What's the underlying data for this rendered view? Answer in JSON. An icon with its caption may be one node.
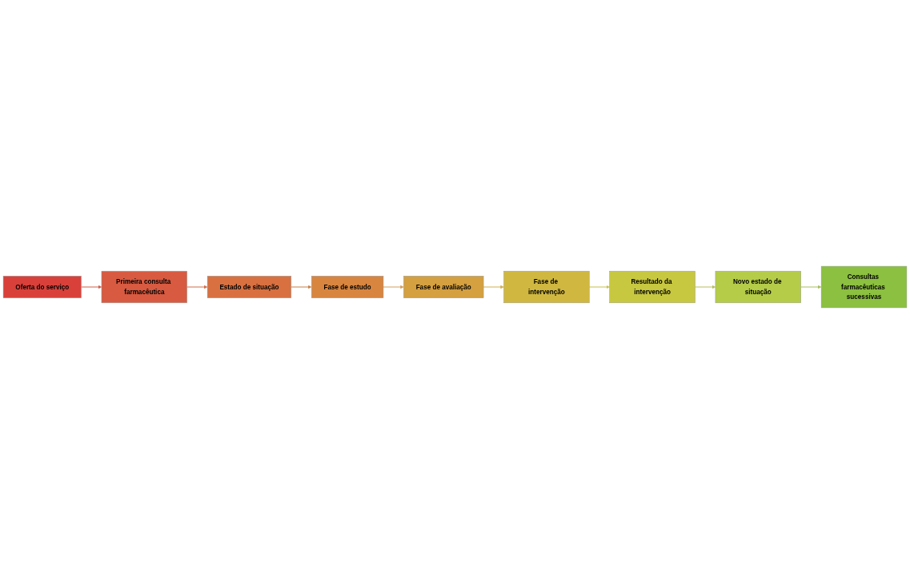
{
  "diagram": {
    "nodes": [
      {
        "text": [
          "Oferta do serviço"
        ]
      },
      {
        "text": [
          "Primeira consulta farmacêutica"
        ]
      },
      {
        "text": [
          "Estado de situação"
        ]
      },
      {
        "text": [
          "Fase de estudo"
        ]
      },
      {
        "text": [
          "Fase de avaliação"
        ]
      },
      {
        "text": [
          "Fase de intervenção"
        ]
      },
      {
        "text": [
          "Resultado da intervenção"
        ]
      },
      {
        "text": [
          "Novo estado de situação"
        ]
      },
      {
        "text": [
          "Consultas farmacêuticas sucessivas"
        ]
      }
    ],
    "edges": [
      {
        "from": 0,
        "to": 1,
        "arrow": "to",
        "color": "#d0604a"
      },
      {
        "from": 1,
        "to": 2,
        "arrow": "to",
        "color": "#d0704a"
      },
      {
        "from": 2,
        "to": 3,
        "arrow": "to",
        "color": "#c8804a"
      },
      {
        "from": 3,
        "to": 4,
        "arrow": "to",
        "color": "#d4a060"
      },
      {
        "from": 4,
        "to": 5,
        "arrow": "to",
        "color": "#d0b050"
      },
      {
        "from": 5,
        "to": 6,
        "arrow": "to",
        "color": "#c8c050"
      },
      {
        "from": 6,
        "to": 7,
        "arrow": "to",
        "color": "#b8c060"
      },
      {
        "from": 7,
        "to": 8,
        "arrow": "to",
        "color": "#a8c060"
      }
    ]
  }
}
